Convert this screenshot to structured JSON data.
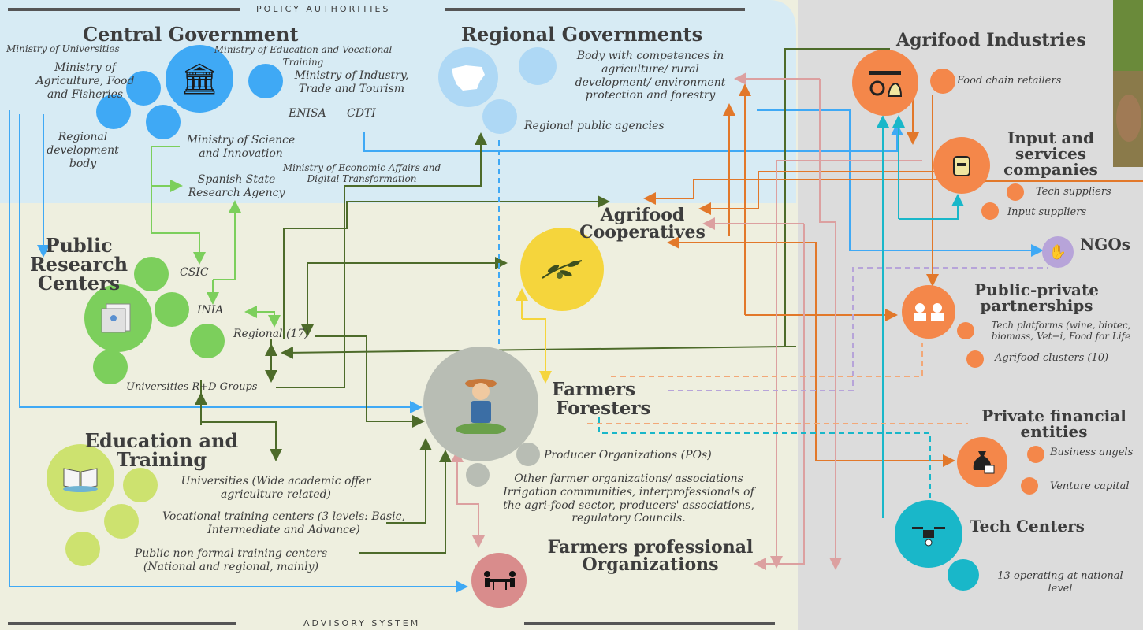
{
  "bands": {
    "top": "POLICY AUTHORITIES",
    "bottom": "ADVISORY SYSTEM"
  },
  "colors": {
    "policy_bg": "#d7ebf4",
    "advisory_bg": "#eeefdf",
    "right_bg": "#dcdcdc",
    "blue": "#3fa9f5",
    "green": "#7ccf5c",
    "dark_green": "#4d6b2a",
    "orange": "#e2782a",
    "pink": "#dca0a0",
    "cyan": "#19b7c9",
    "purple": "#b7a4d9",
    "yellow": "#f5d53c",
    "grey": "#b8bdb4"
  },
  "central_government": {
    "title": "Central Government",
    "ministry_universities": "Ministry of Universities",
    "ministry_education_a": "Ministry of Education and Vocational",
    "ministry_education_b": "Training",
    "ministry_agriculture": "Ministry of Agriculture, Food and Fisheries",
    "ministry_industry": "Ministry of Industry, Trade and Tourism",
    "enisa": "ENISA",
    "cdti": "CDTI",
    "regional_development_body": "Regional development body",
    "ministry_science": "Ministry of Science and Innovation",
    "spanish_research_agency": "Spanish State Research Agency",
    "ministry_economic": "Ministry of Economic Affairs and Digital Transformation",
    "icon": "government-building-icon"
  },
  "regional_governments": {
    "title": "Regional Governments",
    "body": "Body with competences in agriculture/ rural development/ environment protection and forestry",
    "agencies": "Regional public agencies",
    "icon": "spain-map-icon"
  },
  "public_research_centers": {
    "title": "Public Research Centers",
    "csic": "CSIC",
    "inia": "INIA",
    "regional": "Regional (17)",
    "universities_rd": "Universities R+D Groups",
    "icon": "research-documents-icon"
  },
  "education_training": {
    "title": "Education and Training",
    "universities": "Universities (Wide academic offer agriculture related)",
    "vocational": "Vocational training centers (3 levels: Basic, Intermediate and Advance)",
    "non_formal": "Public non formal training centers (National and regional, mainly)",
    "icon": "open-book-icon"
  },
  "cooperatives": {
    "title": "Agrifood Cooperatives",
    "icon": "olive-branch-icon"
  },
  "farmers": {
    "title_1": "Farmers",
    "title_2": "Foresters",
    "producer_orgs": "Producer Organizations (POs)",
    "other_orgs": "Other farmer organizations/ associations Irrigation communities, interprofessionals of the agri-food sector, producers' associations, regulatory Councils.",
    "icon": "farmer-icon"
  },
  "farmers_professional": {
    "title": "Farmers professional Organizations",
    "icon": "meeting-table-icon"
  },
  "agrifood_industries": {
    "title": "Agrifood Industries",
    "retailers": "Food chain retailers",
    "icon": "food-processing-icon"
  },
  "input_services": {
    "title": "Input and services companies",
    "tech_suppliers": "Tech suppliers",
    "input_suppliers": "Input suppliers",
    "icon": "sack-icon"
  },
  "ngos": {
    "title": "NGOs",
    "icon": "globe-hand-icon"
  },
  "ppp": {
    "title": "Public-private partnerships",
    "tech_platforms": "Tech platforms (wine, biotec, biomass, Vet+i, Food for Life",
    "clusters": "Agrifood clusters (10)",
    "icon": "handshake-icon"
  },
  "financial": {
    "title": "Private financial entities",
    "business_angels": "Business angels",
    "venture_capital": "Venture capital",
    "icon": "money-bag-icon"
  },
  "tech_centers": {
    "title": "Tech Centers",
    "operating": "13 operating at national level",
    "icon": "drone-icon"
  }
}
